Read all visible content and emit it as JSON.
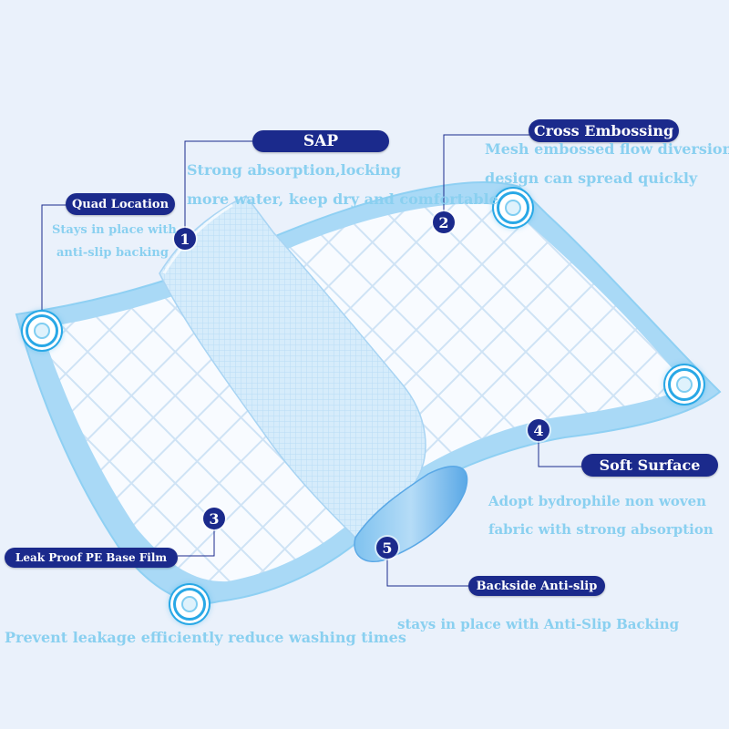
{
  "colors": {
    "background": "#eaf1fb",
    "pad_border": "#8fd0f3",
    "pad_fill": "#f7fbff",
    "label_bg": "#1b2a8c",
    "desc_text": "#8ad0f0",
    "ring": "#29a8e6"
  },
  "features": {
    "sap": {
      "title": "SAP",
      "number": "1",
      "desc_line1": "Strong absorption,locking",
      "desc_line2": "more water, keep dry and comfortable"
    },
    "cross_embossing": {
      "title": "Cross Embossing",
      "number": "2",
      "desc_line1": "Mesh embossed flow diversion",
      "desc_line2": "design can spread quickly"
    },
    "quad_location": {
      "title": "Quad Location",
      "desc_line1": "Stays in place with",
      "desc_line2": "anti-slip backing"
    },
    "leak_proof": {
      "title": "Leak Proof PE Base Film",
      "number": "3",
      "desc": "Prevent leakage efficiently reduce washing times"
    },
    "soft_surface": {
      "title": "Soft Surface",
      "number": "4",
      "desc_line1": "Adopt bydrophile non woven",
      "desc_line2": "fabric with strong absorption"
    },
    "backside_anti_slip": {
      "title": "Backside Anti-slip",
      "number": "5",
      "desc": "stays in place with Anti-Slip Backing"
    }
  }
}
